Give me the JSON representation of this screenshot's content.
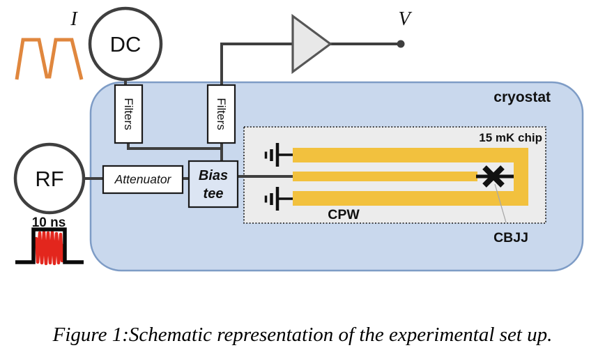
{
  "figure": {
    "caption": "Figure 1:Schematic representation of the experimental set up.",
    "sources": {
      "dc": "DC",
      "rf": "RF"
    },
    "signals": {
      "current": "I",
      "voltage": "V",
      "rf_pulse_width": "10 ns"
    },
    "components": {
      "filters_dc": "Filters",
      "filters_output": "Filters",
      "attenuator": "Attenuator",
      "bias_tee_line1": "Bias",
      "bias_tee_line2": "tee"
    },
    "enclosures": {
      "cryostat": "cryostat",
      "chip": "15 mK chip"
    },
    "chip_labels": {
      "waveguide": "CPW",
      "junction": "CBJJ"
    },
    "colors": {
      "cryostat_fill": "#C9D8ED",
      "cryostat_border": "#7E9CC6",
      "chip_fill": "#ECECEC",
      "waveguide_gold": "#F2C13E",
      "bias_tee_fill": "#DCE5F3",
      "amplifier_fill": "#E8E8E8",
      "wire": "#3F3F3F",
      "current_pulse_orange": "#E0873E",
      "rf_pulse_red": "#E3261D"
    }
  }
}
